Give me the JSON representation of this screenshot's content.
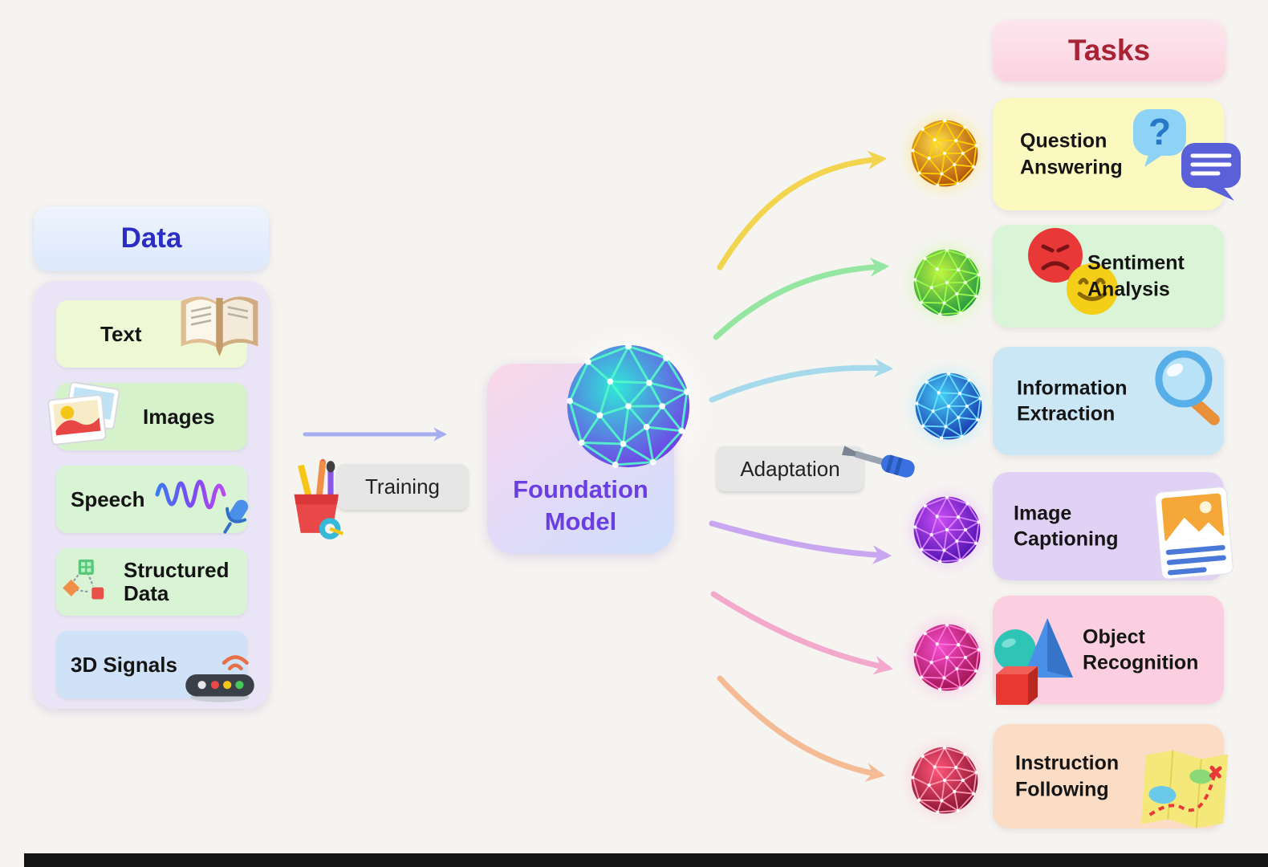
{
  "page": {
    "background": "#f6f4f1",
    "bottom_bar_color": "#141414"
  },
  "data_section": {
    "title": "Data",
    "title_color": "#2a2ec4",
    "items": [
      {
        "label": "Text",
        "icon": "book-icon",
        "bg": "#eff8d4"
      },
      {
        "label": "Images",
        "icon": "photos-icon",
        "bg": "#d6f2ca"
      },
      {
        "label": "Speech",
        "icon": "waveform-microphone-icon",
        "bg": "#d9f3d5"
      },
      {
        "label": "Structured Data",
        "icon": "flowchart-icon",
        "bg": "#d9f3d5"
      },
      {
        "label": "3D Signals",
        "icon": "device-wifi-icon",
        "bg": "#cfe2f7"
      }
    ]
  },
  "pipeline": {
    "training_label": "Training",
    "training_icon": "pencil-cup-icon",
    "training_arrow_color": "#a6aef2",
    "adaptation_label": "Adaptation",
    "adaptation_icon": "screwdriver-icon"
  },
  "foundation_model": {
    "label": "Foundation Model",
    "label_color": "#6a3ee0",
    "sphere": {
      "inner": "#2ee8d8",
      "outer": "#7a2ce8",
      "line": "#52f7c9"
    }
  },
  "tasks_section": {
    "title": "Tasks",
    "title_color": "#a82334",
    "items": [
      {
        "label": "Question Answering",
        "icon": "question-speech-bubbles-icon",
        "bg": "#fbf9c0",
        "arrow_color": "#f2d44e",
        "sphere": {
          "inner": "#ffe24a",
          "outer": "#a83c00",
          "line": "#ffd400"
        }
      },
      {
        "label": "Sentiment Analysis",
        "icon": "sad-happy-faces-icon",
        "bg": "#d9f4d7",
        "arrow_color": "#94e6a0",
        "sphere": {
          "inner": "#c6f53c",
          "outer": "#0c8c46",
          "line": "#9dff4d"
        }
      },
      {
        "label": "Information Extraction",
        "icon": "magnifying-glass-icon",
        "bg": "#cbe7f6",
        "arrow_color": "#a6d9ec",
        "sphere": {
          "inner": "#45cdf5",
          "outer": "#1428a8",
          "line": "#6fe3ff"
        }
      },
      {
        "label": "Image Captioning",
        "icon": "image-card-icon",
        "bg": "#e0d1f5",
        "arrow_color": "#c9a6f0",
        "sphere": {
          "inner": "#cb4df5",
          "outer": "#3c0ca8",
          "line": "#dd86ff"
        }
      },
      {
        "label": "Object Recognition",
        "icon": "3d-shapes-icon",
        "bg": "#fbcfdf",
        "arrow_color": "#f2a9cc",
        "sphere": {
          "inner": "#f54dd0",
          "outer": "#960c3c",
          "line": "#ff7ad6"
        }
      },
      {
        "label": "Instruction Following",
        "icon": "map-route-icon",
        "bg": "#fbdcc5",
        "arrow_color": "#f4bb95",
        "sphere": {
          "inner": "#ff5577",
          "outer": "#7a0c28",
          "line": "#ff9db8"
        }
      }
    ]
  }
}
